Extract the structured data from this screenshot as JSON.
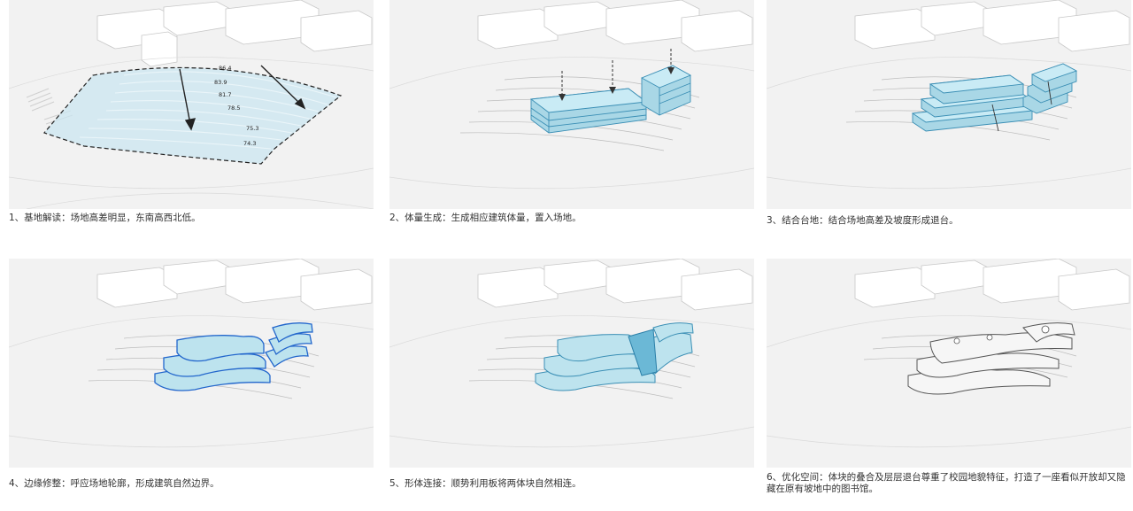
{
  "panels": [
    {
      "caption": "1、基地解读：场地高差明显，东南高西北低。",
      "elevations": [
        "86.4",
        "83.9",
        "81.7",
        "78.5",
        "75.3",
        "74.3"
      ]
    },
    {
      "caption": "2、体量生成：生成相应建筑体量，置入场地。"
    },
    {
      "caption": "3、结合台地：结合场地高差及坡度形成退台。"
    },
    {
      "caption": "4、边缘修整：呼应场地轮廓，形成建筑自然边界。"
    },
    {
      "caption": "5、形体连接：顺势利用板将两体块自然相连。"
    },
    {
      "caption": "6、优化空间：体块的叠合及层层退台尊重了校园地貌特征，打造了一座看似开放却又隐藏在原有坡地中的图书馆。"
    }
  ],
  "colors": {
    "background": "#f2f2f2",
    "building_fill": "#bde3ee",
    "building_stroke": "#3b8fb5",
    "edge_blue": "#2266cc",
    "context": "#ffffff"
  }
}
